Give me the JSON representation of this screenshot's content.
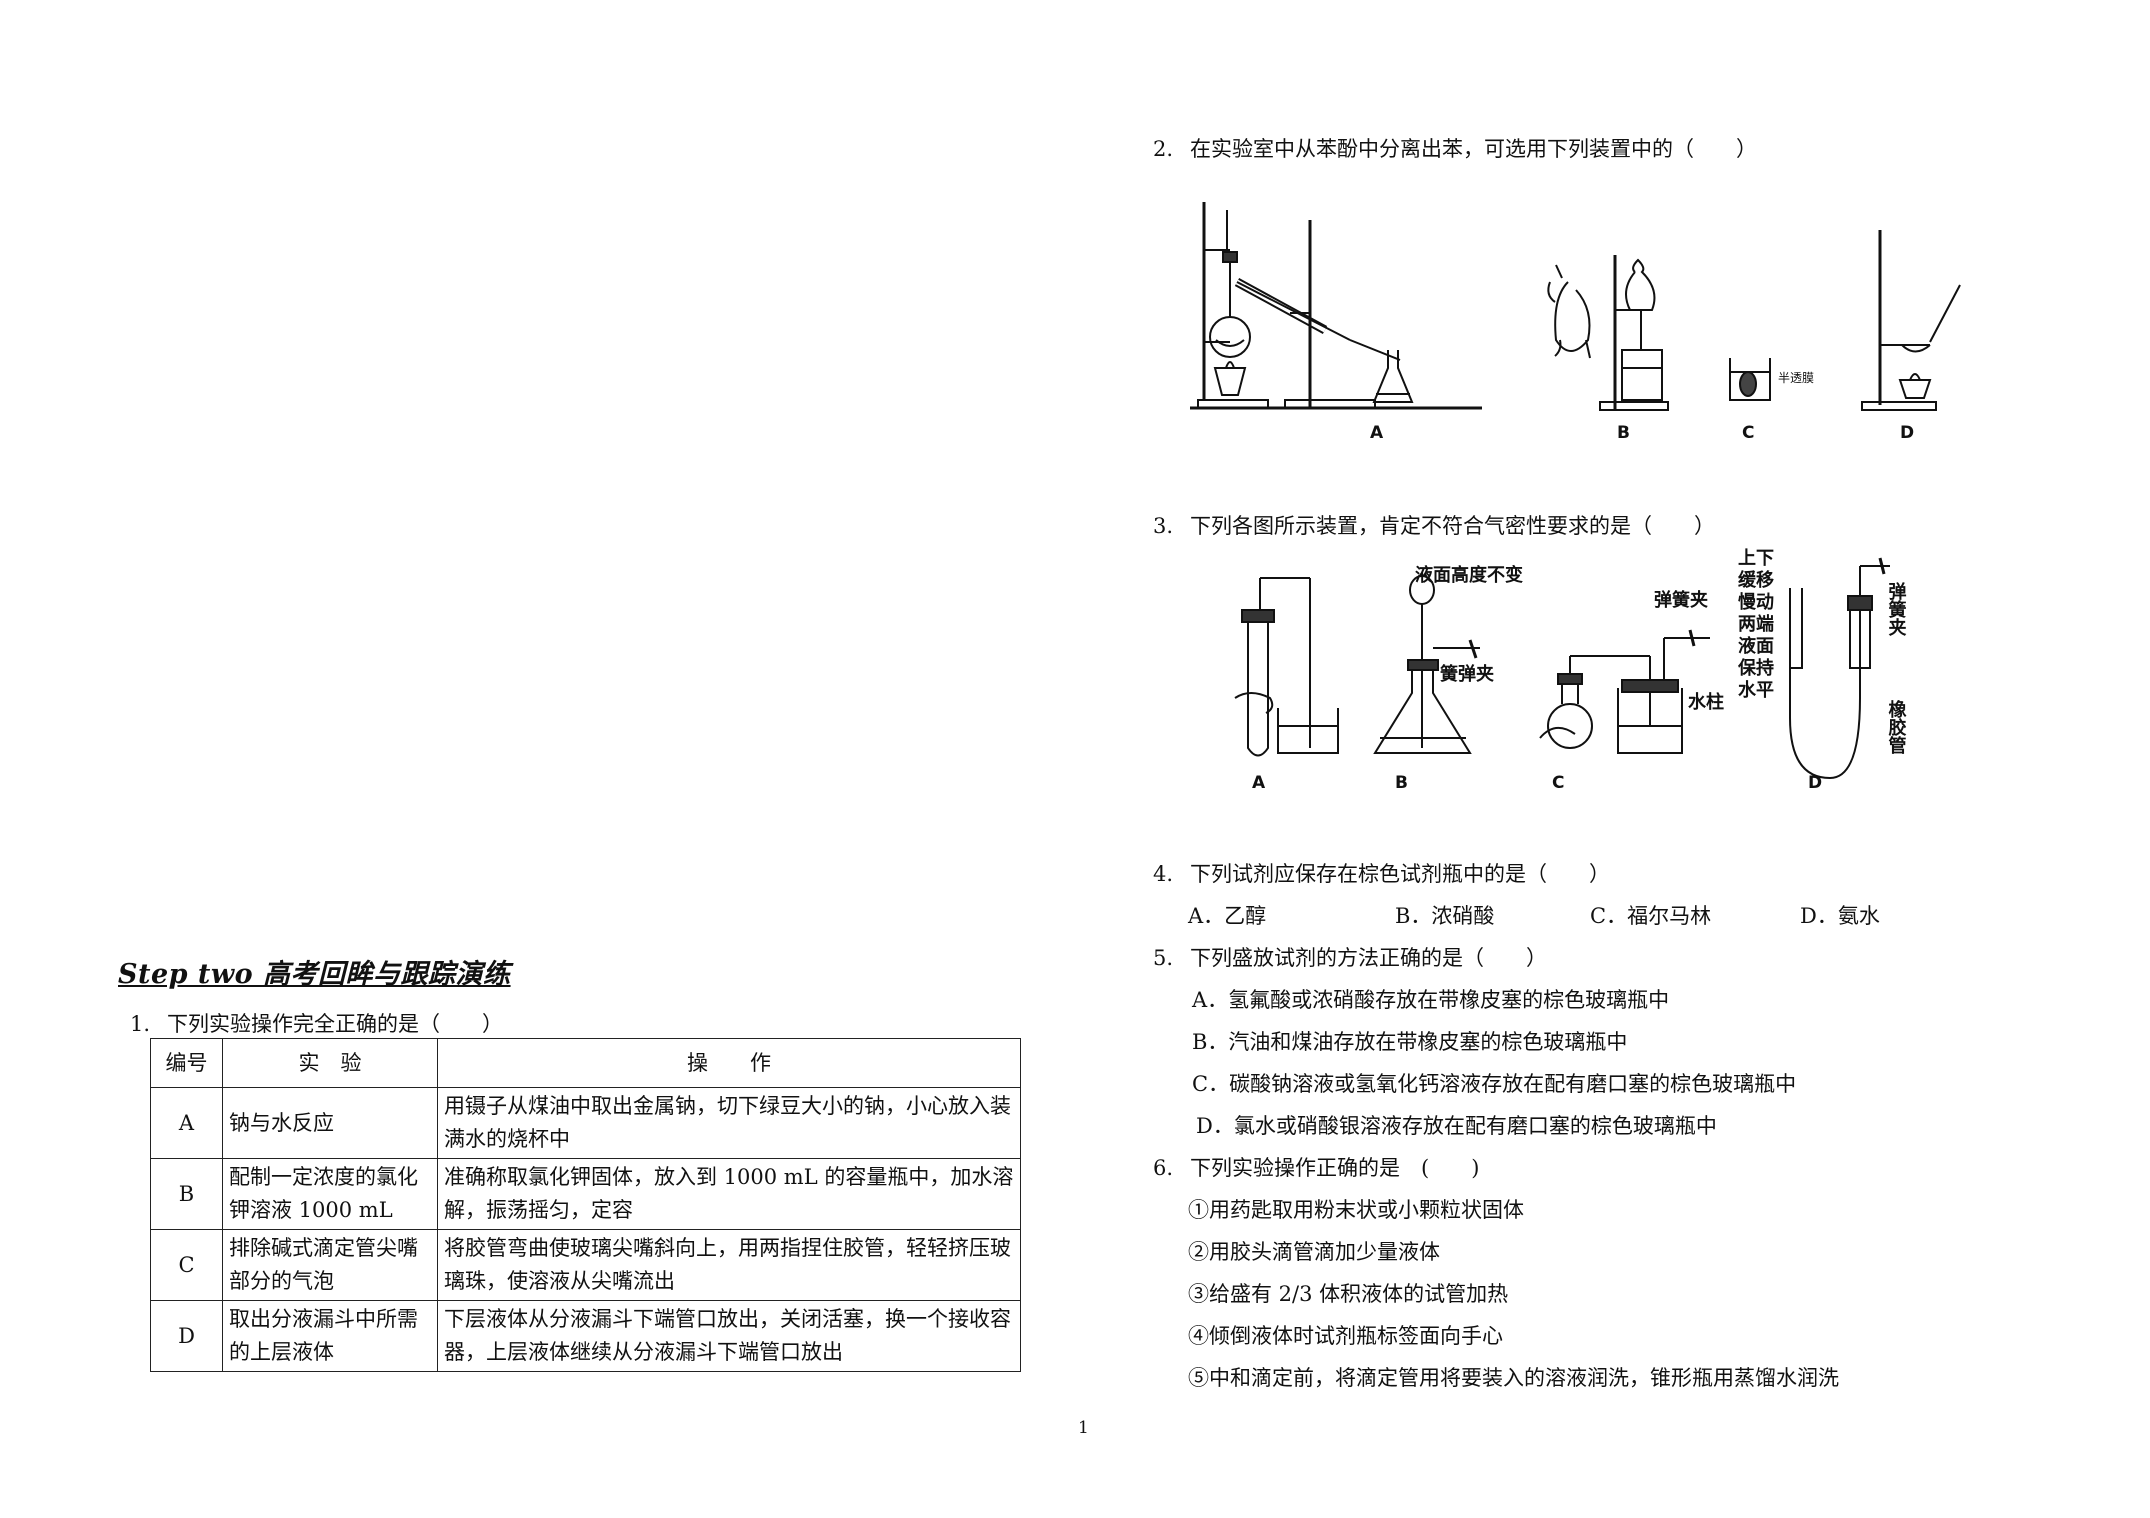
{
  "step_heading": "Step two  高考回眸与跟踪演练",
  "q1": {
    "number": "1.",
    "stem": "下列实验操作完全正确的是（　　）",
    "headers": [
      "编号",
      "实　验",
      "操　　作"
    ],
    "rows": [
      {
        "code": "A",
        "experiment": "钠与水反应",
        "operation": "用镊子从煤油中取出金属钠，切下绿豆大小的钠，小心放入装满水的烧杯中"
      },
      {
        "code": "B",
        "experiment": "配制一定浓度的氯化钾溶液 1000 mL",
        "operation": "准确称取氯化钾固体，放入到 1000 mL 的容量瓶中，加水溶解，振荡摇匀，定容"
      },
      {
        "code": "C",
        "experiment": "排除碱式滴定管尖嘴部分的气泡",
        "operation": "将胶管弯曲使玻璃尖嘴斜向上，用两指捏住胶管，轻轻挤压玻璃珠，使溶液从尖嘴流出"
      },
      {
        "code": "D",
        "experiment": "取出分液漏斗中所需的上层液体",
        "operation": "下层液体从分液漏斗下端管口放出，关闭活塞，换一个接收容器，上层液体继续从分液漏斗下端管口放出"
      }
    ]
  },
  "q2": {
    "number": "2.",
    "stem": "在实验室中从苯酚中分离出苯，可选用下列装置中的（　　）",
    "figure_labels": [
      "A",
      "B",
      "C",
      "D"
    ],
    "figure_text": "半透膜"
  },
  "q3": {
    "number": "3.",
    "stem": "下列各图所示装置，肯定不符合气密性要求的是（　　）",
    "figure_labels": [
      "A",
      "B",
      "C",
      "D"
    ],
    "annotations": {
      "b_top": "液面高度不变",
      "b_clip": "簧弹夹",
      "c_clip": "弹簧夹",
      "c_water": "水柱",
      "d_text": [
        "上下",
        "缓移",
        "慢动",
        "两端",
        "液面",
        "保持",
        "水平"
      ],
      "d_clip": "弹簧夹",
      "d_tube": "橡胶管"
    }
  },
  "q4": {
    "number": "4.",
    "stem": "下列试剂应保存在棕色试剂瓶中的是（　　）",
    "options": [
      "A．乙醇",
      "B．浓硝酸",
      "C．福尔马林",
      "D．氨水"
    ]
  },
  "q5": {
    "number": "5.",
    "stem": "下列盛放试剂的方法正确的是（　　）",
    "options": [
      "A．氢氟酸或浓硝酸存放在带橡皮塞的棕色玻璃瓶中",
      "B．汽油和煤油存放在带橡皮塞的棕色玻璃瓶中",
      "C．碳酸钠溶液或氢氧化钙溶液存放在配有磨口塞的棕色玻璃瓶中",
      "D．氯水或硝酸银溶液存放在配有磨口塞的棕色玻璃瓶中"
    ]
  },
  "q6": {
    "number": "6.",
    "stem": "下列实验操作正确的是　(　　)",
    "items": [
      "①用药匙取用粉末状或小颗粒状固体",
      "②用胶头滴管滴加少量液体",
      "③给盛有 2/3 体积液体的试管加热",
      "④倾倒液体时试剂瓶标签面向手心",
      "⑤中和滴定前，将滴定管用将要装入的溶液润洗，锥形瓶用蒸馏水润洗"
    ]
  },
  "page_number": "1"
}
